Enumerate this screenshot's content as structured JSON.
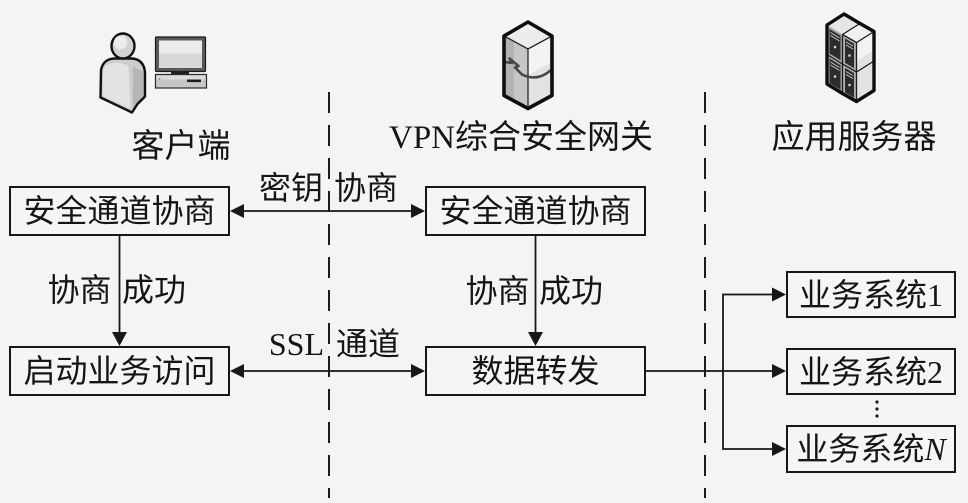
{
  "lanes": [
    {
      "id": "client",
      "title": "客户端",
      "icons": [
        "user-icon",
        "computer-icon"
      ]
    },
    {
      "id": "gateway",
      "title": "VPN综合安全网关",
      "icons": [
        "vpn-gateway-icon"
      ]
    },
    {
      "id": "app_server",
      "title": "应用服务器",
      "icons": [
        "server-cluster-icon"
      ]
    }
  ],
  "nodes": {
    "client_negotiate": {
      "lane": "client",
      "label": "安全通道协商"
    },
    "client_access": {
      "lane": "client",
      "label": "启动业务访问"
    },
    "gateway_negotiate": {
      "lane": "gateway",
      "label": "安全通道协商"
    },
    "gateway_forward": {
      "lane": "gateway",
      "label": "数据转发"
    },
    "system_1": {
      "lane": "app_server",
      "label": "业务系统",
      "index": "1"
    },
    "system_2": {
      "lane": "app_server",
      "label": "业务系统",
      "index": "2"
    },
    "system_n": {
      "lane": "app_server",
      "label": "业务系统",
      "index": "N"
    }
  },
  "edges": [
    {
      "from": "client_negotiate",
      "to": "gateway_negotiate",
      "direction": "bidirectional",
      "label": [
        "密钥",
        "协商"
      ]
    },
    {
      "from": "client_negotiate",
      "to": "client_access",
      "direction": "forward",
      "label": [
        "协商",
        "成功"
      ]
    },
    {
      "from": "gateway_negotiate",
      "to": "gateway_forward",
      "direction": "forward",
      "label": [
        "协商",
        "成功"
      ]
    },
    {
      "from": "client_access",
      "to": "gateway_forward",
      "direction": "bidirectional",
      "label": [
        "SSL",
        "通道"
      ]
    },
    {
      "from": "gateway_forward",
      "to": "system_1",
      "direction": "forward"
    },
    {
      "from": "gateway_forward",
      "to": "system_2",
      "direction": "forward"
    },
    {
      "from": "gateway_forward",
      "to": "system_n",
      "direction": "forward"
    }
  ],
  "ellipsis": {
    "between": [
      "system_2",
      "system_n"
    ],
    "symbol": "⋮"
  },
  "lane_separator": "dashed"
}
